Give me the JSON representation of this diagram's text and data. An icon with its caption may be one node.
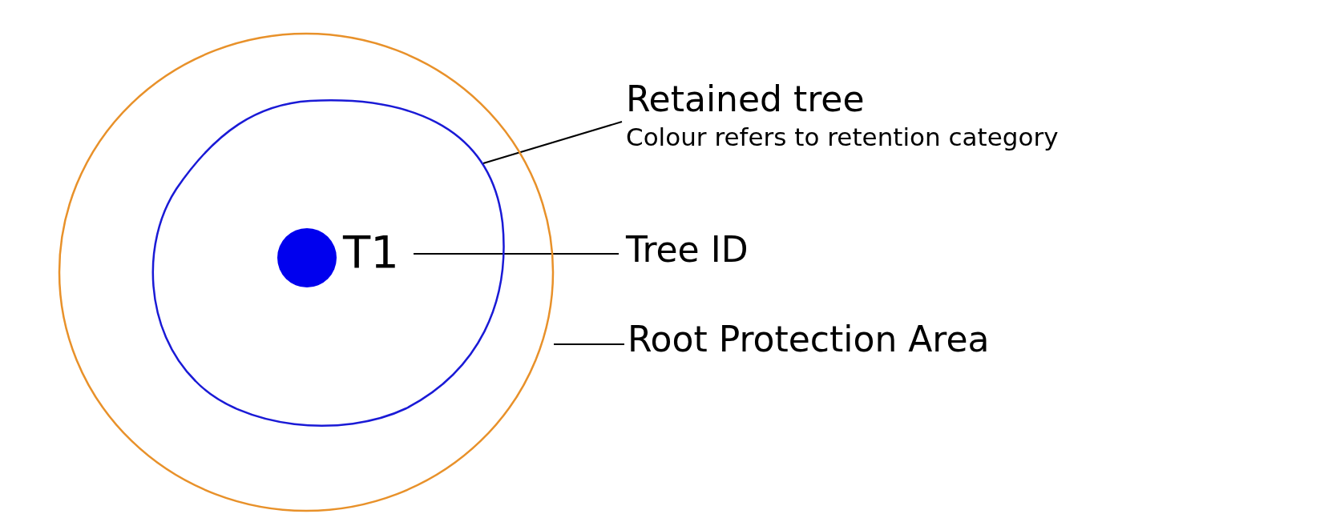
{
  "diagram": {
    "nodes": [
      {
        "text": [],
        "shape": "circle"
      },
      {
        "text": [],
        "shape": "circle",
        "in": 0
      },
      {
        "text": [],
        "shape": "circle",
        "in": 1
      },
      {
        "text": [
          "T1"
        ],
        "in": 1
      },
      {
        "text": [
          "Retained tree",
          "Colour refers to retention category"
        ]
      },
      {
        "text": [
          "Tree ID"
        ]
      },
      {
        "text": [
          "Root Protection Area"
        ]
      }
    ],
    "edges": [
      {
        "from": 4,
        "to": 1,
        "arrow": "none"
      },
      {
        "from": 5,
        "to": 3,
        "arrow": "none"
      },
      {
        "from": 6,
        "to": 0,
        "arrow": "none"
      }
    ]
  }
}
